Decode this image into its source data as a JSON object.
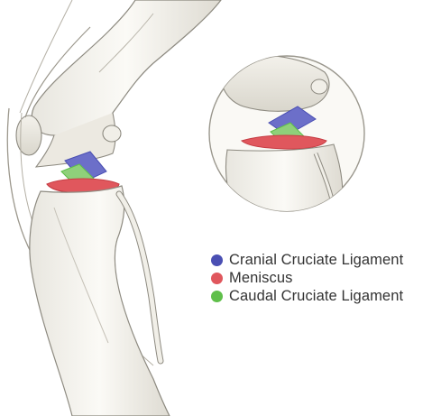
{
  "diagram": {
    "legend": [
      {
        "label": "Cranial Cruciate Ligament",
        "color": "#4a4fb3"
      },
      {
        "label": "Meniscus",
        "color": "#e0575d"
      },
      {
        "label": "Caudal Cruciate Ligament",
        "color": "#5fbf4a"
      }
    ]
  }
}
